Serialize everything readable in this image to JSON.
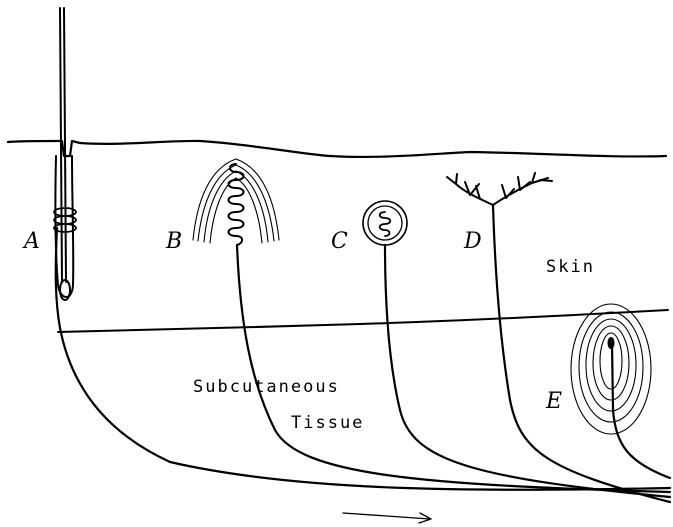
{
  "labels": {
    "a": "A",
    "b": "B",
    "c": "C",
    "d": "D",
    "e": "E",
    "skin": "Skin",
    "subcutaneous": "Subcutaneous",
    "tissue": "Tissue"
  },
  "colors": {
    "ink": "#000000",
    "background": "#ffffff"
  }
}
